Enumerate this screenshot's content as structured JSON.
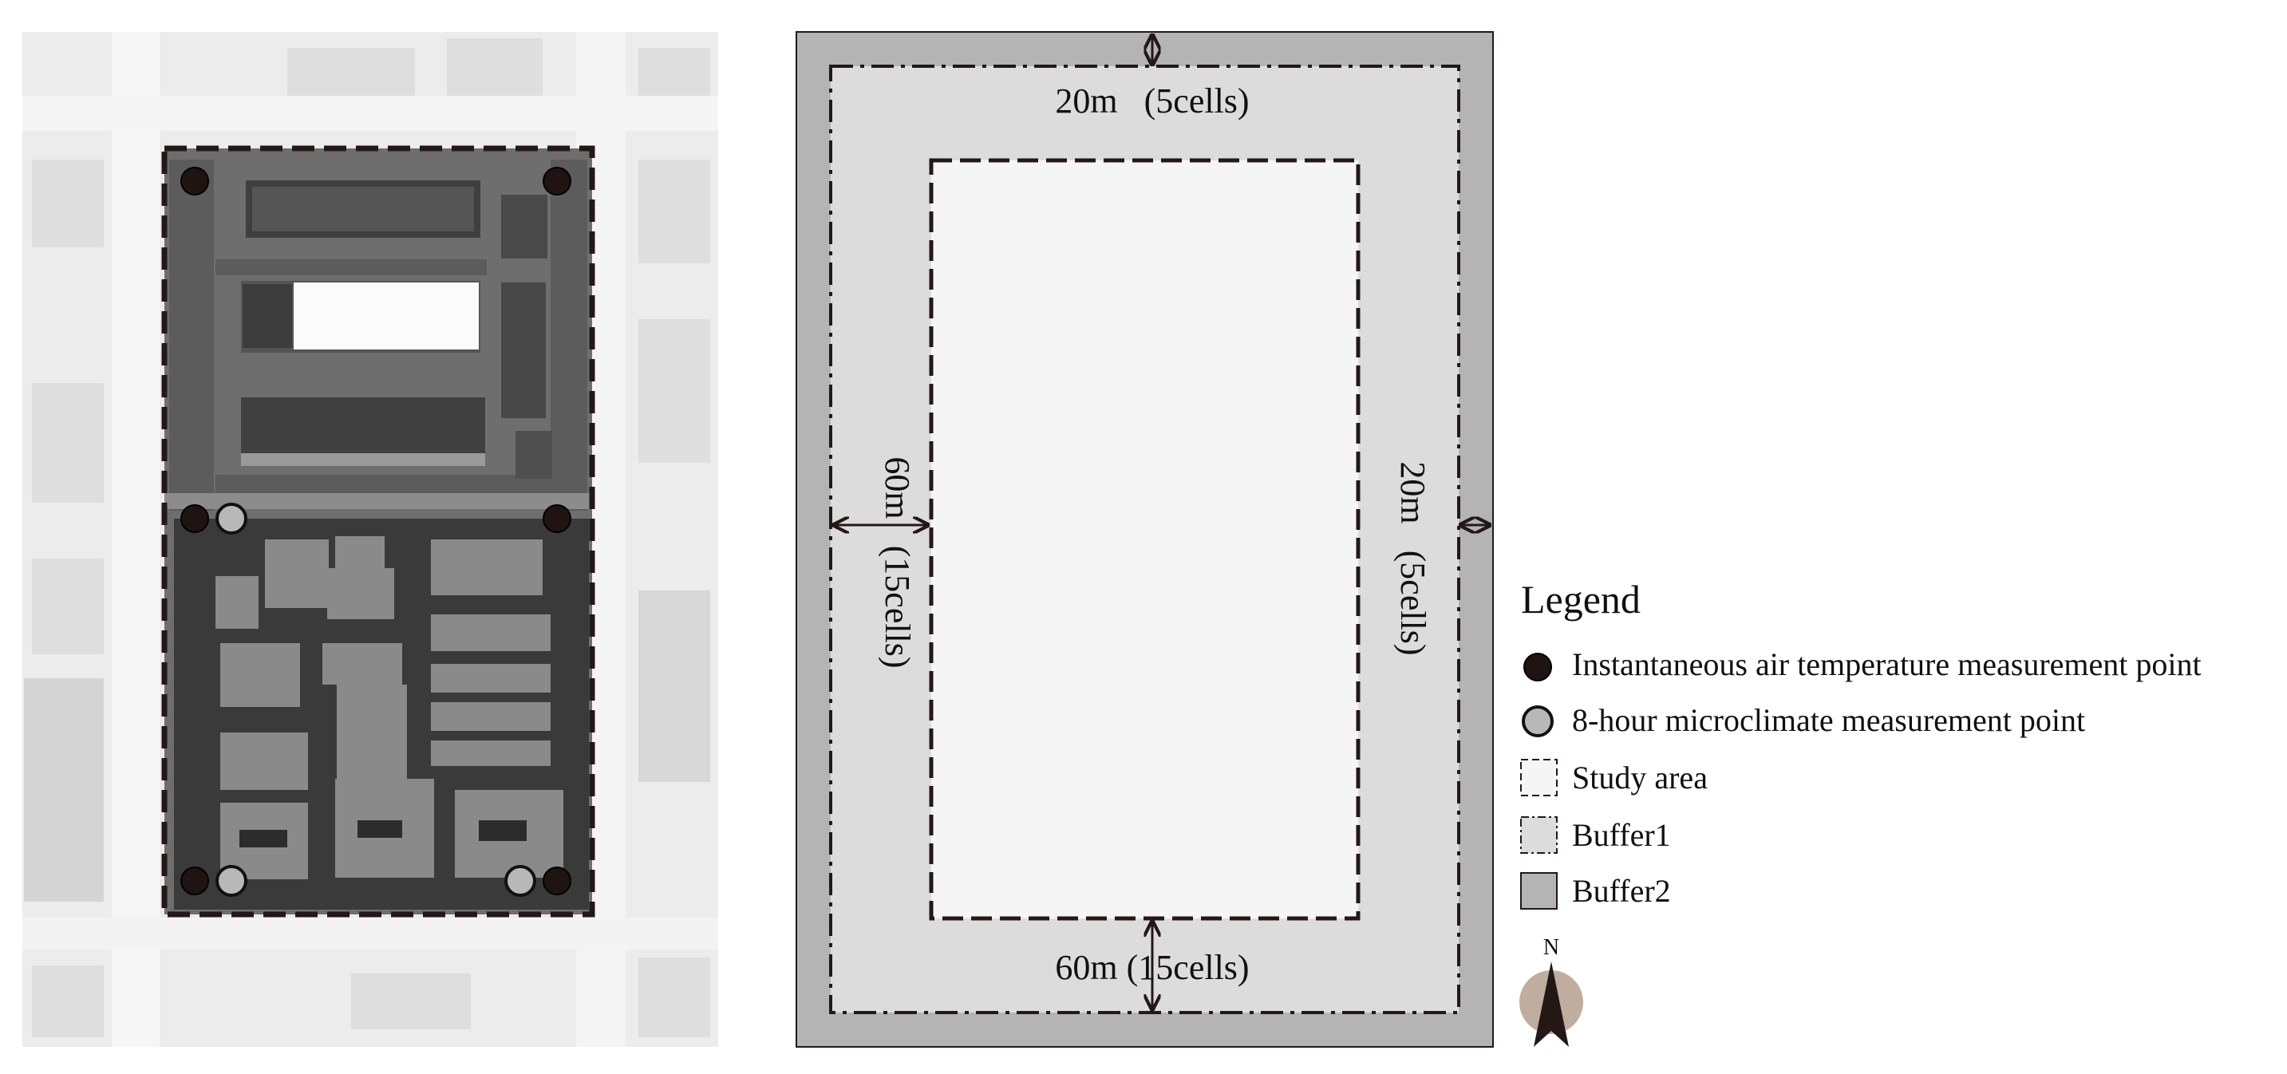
{
  "diagram": {
    "colors": {
      "study_area": "#f5f5f5",
      "buffer1": "#dcdcdc",
      "buffer2": "#b4b4b4",
      "outline": "#231815",
      "point_instant": "#1f1412",
      "point_8hour": "#b8b8b8",
      "compass_disc": "#bfae9f"
    },
    "labels": {
      "top_buffer2": "20m   (5cells)",
      "right_buffer2": "20m   (5cells)",
      "left_buffer1": "60m   (15cells)",
      "bottom_buffer1": "60m (15cells)"
    }
  },
  "legend": {
    "title": "Legend",
    "items": [
      {
        "label": "Instantaneous air temperature measurement point",
        "symbol": "dark-circle"
      },
      {
        "label": "8-hour microclimate measurement point",
        "symbol": "grey-circle"
      },
      {
        "label": "Study area",
        "symbol": "dashed-white-square"
      },
      {
        "label": "Buffer1",
        "symbol": "dashdot-grey-square"
      },
      {
        "label": "Buffer2",
        "symbol": "solid-grey-square"
      }
    ],
    "north_label": "N"
  }
}
